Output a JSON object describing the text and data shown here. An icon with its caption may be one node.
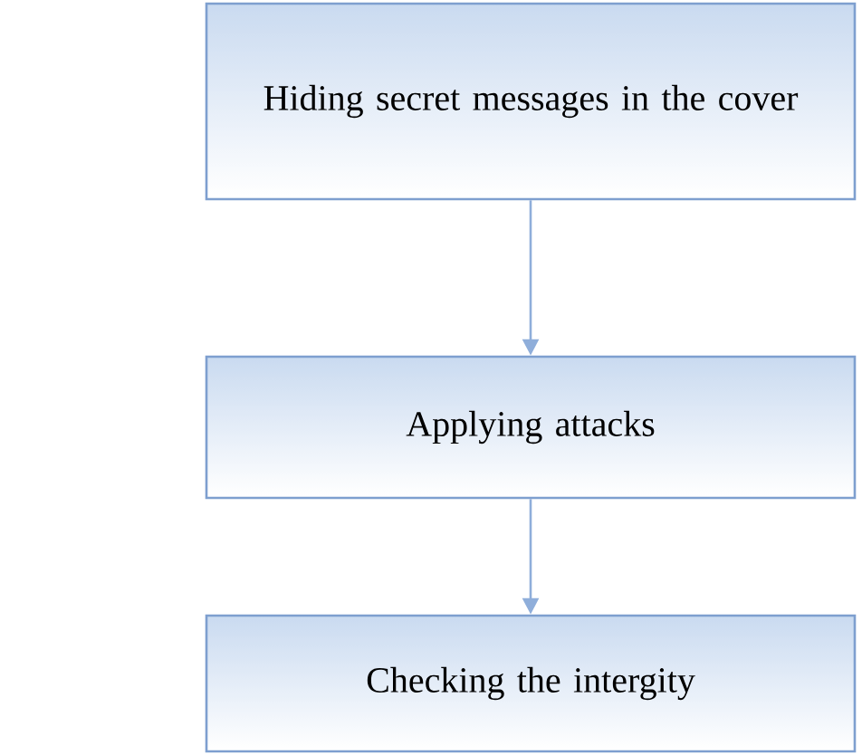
{
  "diagram": {
    "nodes": [
      {
        "text": [
          "Hiding secret messages in the cover"
        ]
      },
      {
        "text": [
          "Applying attacks"
        ]
      },
      {
        "text": [
          "Checking the intergity"
        ]
      }
    ],
    "edges": [
      {
        "from": 0,
        "to": 1,
        "arrow": "to"
      },
      {
        "from": 1,
        "to": 2,
        "arrow": "to"
      }
    ]
  }
}
